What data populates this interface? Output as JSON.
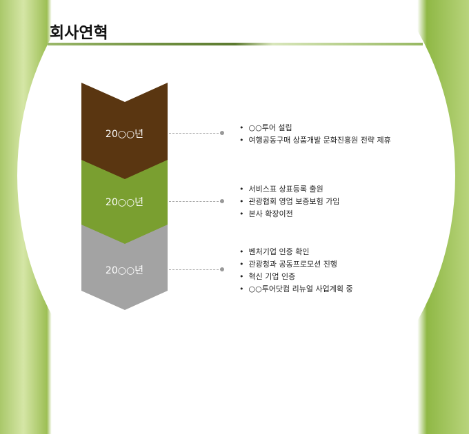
{
  "title": "회사연혁",
  "timeline": [
    {
      "year": "20○○년",
      "color": "#5a3611",
      "items": [
        "○○투어 설립",
        "여행공동구매 상품개발 문화진흥원 전략 제휴"
      ]
    },
    {
      "year": "20○○년",
      "color": "#7a9f30",
      "items": [
        "서비스표 상표등록 출원",
        "관광협회 영업 보증보험 가입",
        "본사 확장이전"
      ]
    },
    {
      "year": "20○○년",
      "color": "#a3a3a3",
      "items": [
        "벤처기업 인증 확인",
        "관광청과 공동프로모션 진행",
        "혁신 기업 인증",
        "○○투어닷컴 리뉴얼 사업계획 중"
      ]
    }
  ]
}
